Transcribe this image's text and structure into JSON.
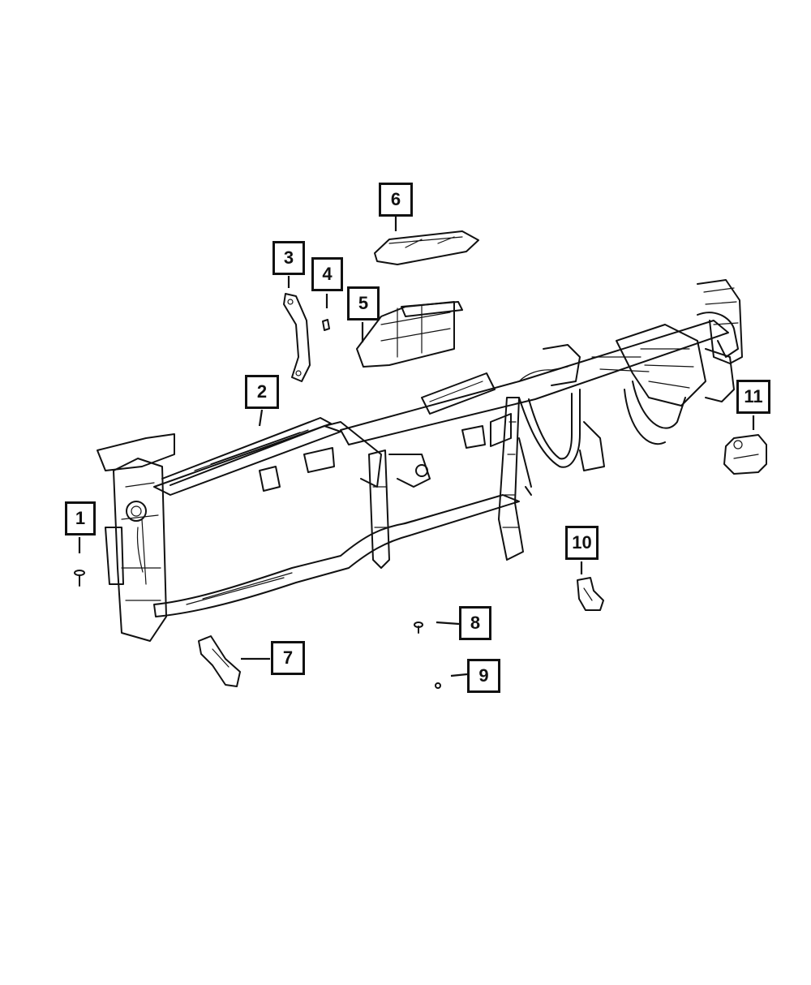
{
  "callouts": [
    {
      "id": "callout-1",
      "label": "1"
    },
    {
      "id": "callout-2",
      "label": "2"
    },
    {
      "id": "callout-3",
      "label": "3"
    },
    {
      "id": "callout-4",
      "label": "4"
    },
    {
      "id": "callout-5",
      "label": "5"
    },
    {
      "id": "callout-6",
      "label": "6"
    },
    {
      "id": "callout-7",
      "label": "7"
    },
    {
      "id": "callout-8",
      "label": "8"
    },
    {
      "id": "callout-9",
      "label": "9"
    },
    {
      "id": "callout-10",
      "label": "10"
    },
    {
      "id": "callout-11",
      "label": "11"
    }
  ],
  "colors": {
    "line": "#111111",
    "background": "#ffffff"
  }
}
